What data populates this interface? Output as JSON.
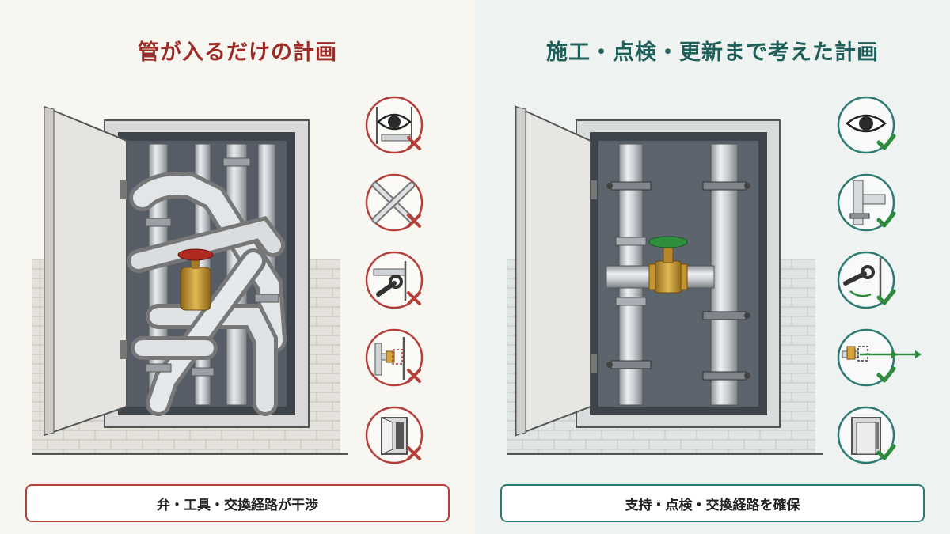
{
  "left": {
    "title": "管が入るだけの計画",
    "caption": "弁・工具・交換経路が干渉",
    "status_color": "#b3403a",
    "icons": [
      {
        "name": "eye-icon",
        "status": "cross"
      },
      {
        "name": "crossing-pipes-icon",
        "status": "cross"
      },
      {
        "name": "wrench-icon",
        "status": "cross"
      },
      {
        "name": "valve-replace-icon",
        "status": "cross"
      },
      {
        "name": "door-icon",
        "status": "cross"
      }
    ]
  },
  "right": {
    "title": "施工・点検・更新まで考えた計画",
    "caption": "支持・点検・交換経路を確保",
    "status_color": "#2f8a3c",
    "icons": [
      {
        "name": "eye-icon",
        "status": "check"
      },
      {
        "name": "pipe-tee-icon",
        "status": "check"
      },
      {
        "name": "wrench-icon",
        "status": "check"
      },
      {
        "name": "valve-replace-icon",
        "status": "check"
      },
      {
        "name": "door-icon",
        "status": "check"
      }
    ]
  }
}
